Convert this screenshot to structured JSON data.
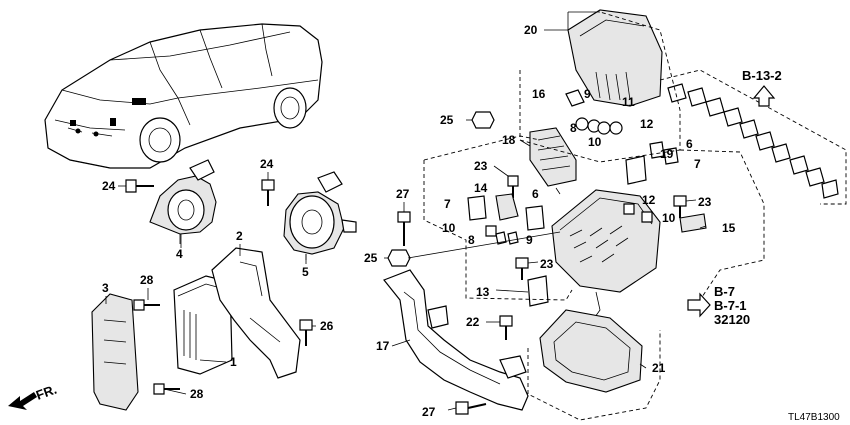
{
  "callouts": [
    "1",
    "2",
    "3",
    "4",
    "5",
    "6",
    "6",
    "7",
    "7",
    "8",
    "8",
    "9",
    "9",
    "10",
    "10",
    "10",
    "11",
    "12",
    "12",
    "13",
    "14",
    "15",
    "16",
    "17",
    "18",
    "19",
    "20",
    "21",
    "22",
    "23",
    "23",
    "23",
    "24",
    "24",
    "25",
    "25",
    "26",
    "27",
    "27",
    "28",
    "28"
  ],
  "references": {
    "top_right": "B-13-2",
    "right_1": "B-7",
    "right_2": "B-7-1",
    "right_3": "32120"
  },
  "front_label": "FR.",
  "diagram_code": "TL47B1300"
}
